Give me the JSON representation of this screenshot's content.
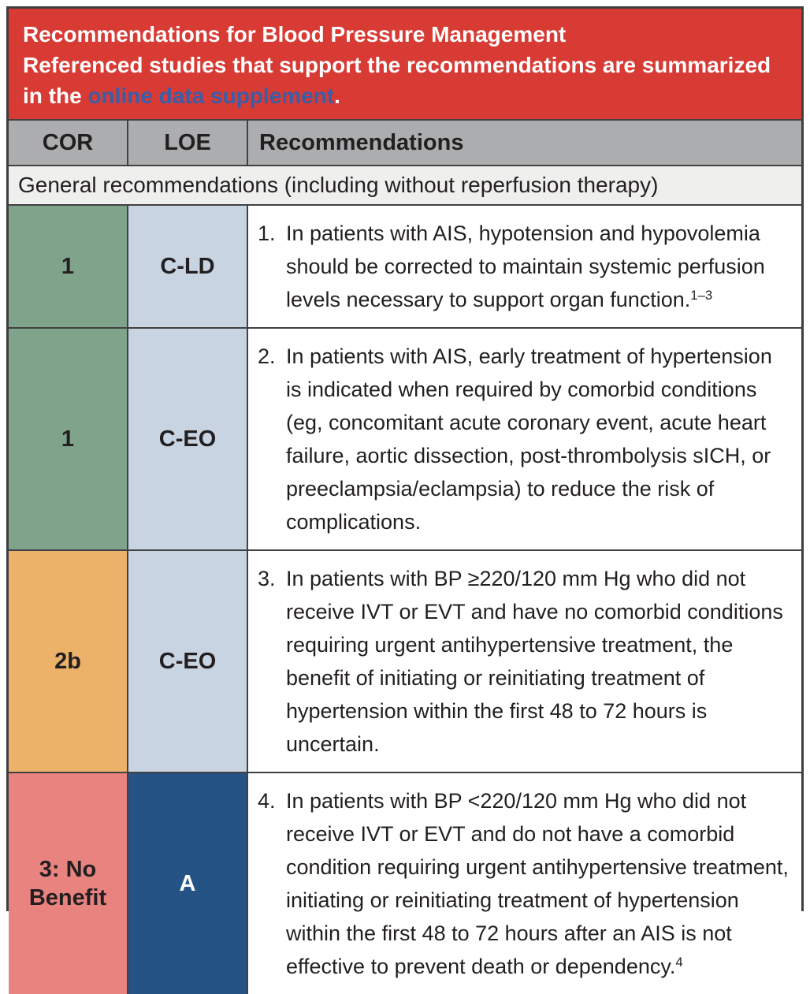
{
  "header": {
    "title": "Recommendations for Blood Pressure Management",
    "subtitle_before_link": "Referenced studies that support the recommendations are summarized in the ",
    "subtitle_link": "online data supplement",
    "subtitle_after_link": ".",
    "background": "#D83A34",
    "link_color": "#3A5EA8"
  },
  "columns": {
    "cor": "COR",
    "loe": "LOE",
    "recommendations": "Recommendations",
    "background": "#ABADAF"
  },
  "section_header": {
    "text": "General recommendations (including without reperfusion therapy)",
    "background": "#EFEFEE"
  },
  "colors": {
    "border": "#414042",
    "text": "#231F20",
    "cor_class1_green": "#7FA38B",
    "cor_class2b_orange": "#ECB26A",
    "cor_class3_salmon": "#E98380",
    "loe_c_light_blue": "#C9D4E3",
    "loe_a_dark_blue": "#255386"
  },
  "rows": [
    {
      "cor": "1",
      "cor_bg": "#7FA38B",
      "loe": "C-LD",
      "loe_bg": "#C9D4E3",
      "loe_color": "#231F20",
      "rec_num": "1.",
      "rec_text": "In patients with AIS, hypotension and hypovolemia should be corrected to maintain systemic perfusion levels necessary to support organ function.",
      "rec_ref": "1–3"
    },
    {
      "cor": "1",
      "cor_bg": "#7FA38B",
      "loe": "C-EO",
      "loe_bg": "#C9D4E3",
      "loe_color": "#231F20",
      "rec_num": "2.",
      "rec_text": "In patients with AIS, early treatment of hypertension is indicated when required by comorbid conditions (eg, concomitant acute coronary event, acute heart failure, aortic dissection, post-thrombolysis sICH, or preeclampsia/eclampsia) to reduce the risk of complications.",
      "rec_ref": ""
    },
    {
      "cor": "2b",
      "cor_bg": "#ECB26A",
      "loe": "C-EO",
      "loe_bg": "#C9D4E3",
      "loe_color": "#231F20",
      "rec_num": "3.",
      "rec_text": "In patients with BP ≥220/120 mm Hg who did not receive IVT or EVT and have no comorbid conditions requiring urgent antihypertensive treatment, the benefit of initiating or reinitiating treatment of hypertension within the first 48 to 72 hours is uncertain.",
      "rec_ref": ""
    },
    {
      "cor": "3: No Benefit",
      "cor_bg": "#E98380",
      "loe": "A",
      "loe_bg": "#255386",
      "loe_color": "#FFFFFF",
      "rec_num": "4.",
      "rec_text": "In patients with BP <220/120 mm Hg who did not receive IVT or EVT and do not have a comorbid condition requiring urgent antihypertensive treatment, initiating or reinitiating treatment of hypertension within the first 48 to 72 hours after an AIS is not effective to prevent death or dependency.",
      "rec_ref": "4"
    }
  ]
}
